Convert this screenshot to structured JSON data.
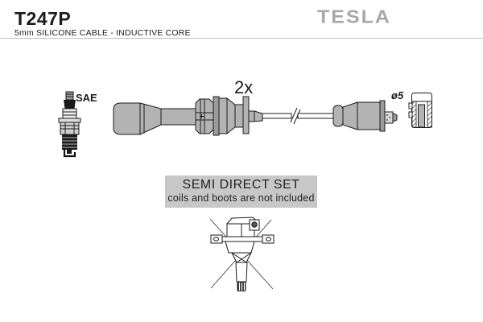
{
  "header": {
    "part_number": "T247P",
    "subtitle": "5mm SILICONE CABLE - INDUCTIVE CORE",
    "brand": "TESLA"
  },
  "labels": {
    "spark_plug_standard": "SAE",
    "quantity": "2x",
    "terminal_diameter": "ø5"
  },
  "notice": {
    "title": "SEMI DIRECT SET",
    "note": "coils and boots are not included"
  },
  "illustrations": {
    "spark_plug": "spark-plug-side-view",
    "ignition_cable": "ignition-lead-with-boots-2x",
    "terminal_cross_section": "boot-terminal-cross-section",
    "coil": "coil-on-plug-crossed-out-not-included"
  },
  "colors": {
    "brand_gray": "#a8a8a8",
    "part_gray": "#b3b3b3",
    "part_dark": "#9c9c9c",
    "notice_bg": "#c7c7c7",
    "line_black": "#1c1c1c"
  }
}
